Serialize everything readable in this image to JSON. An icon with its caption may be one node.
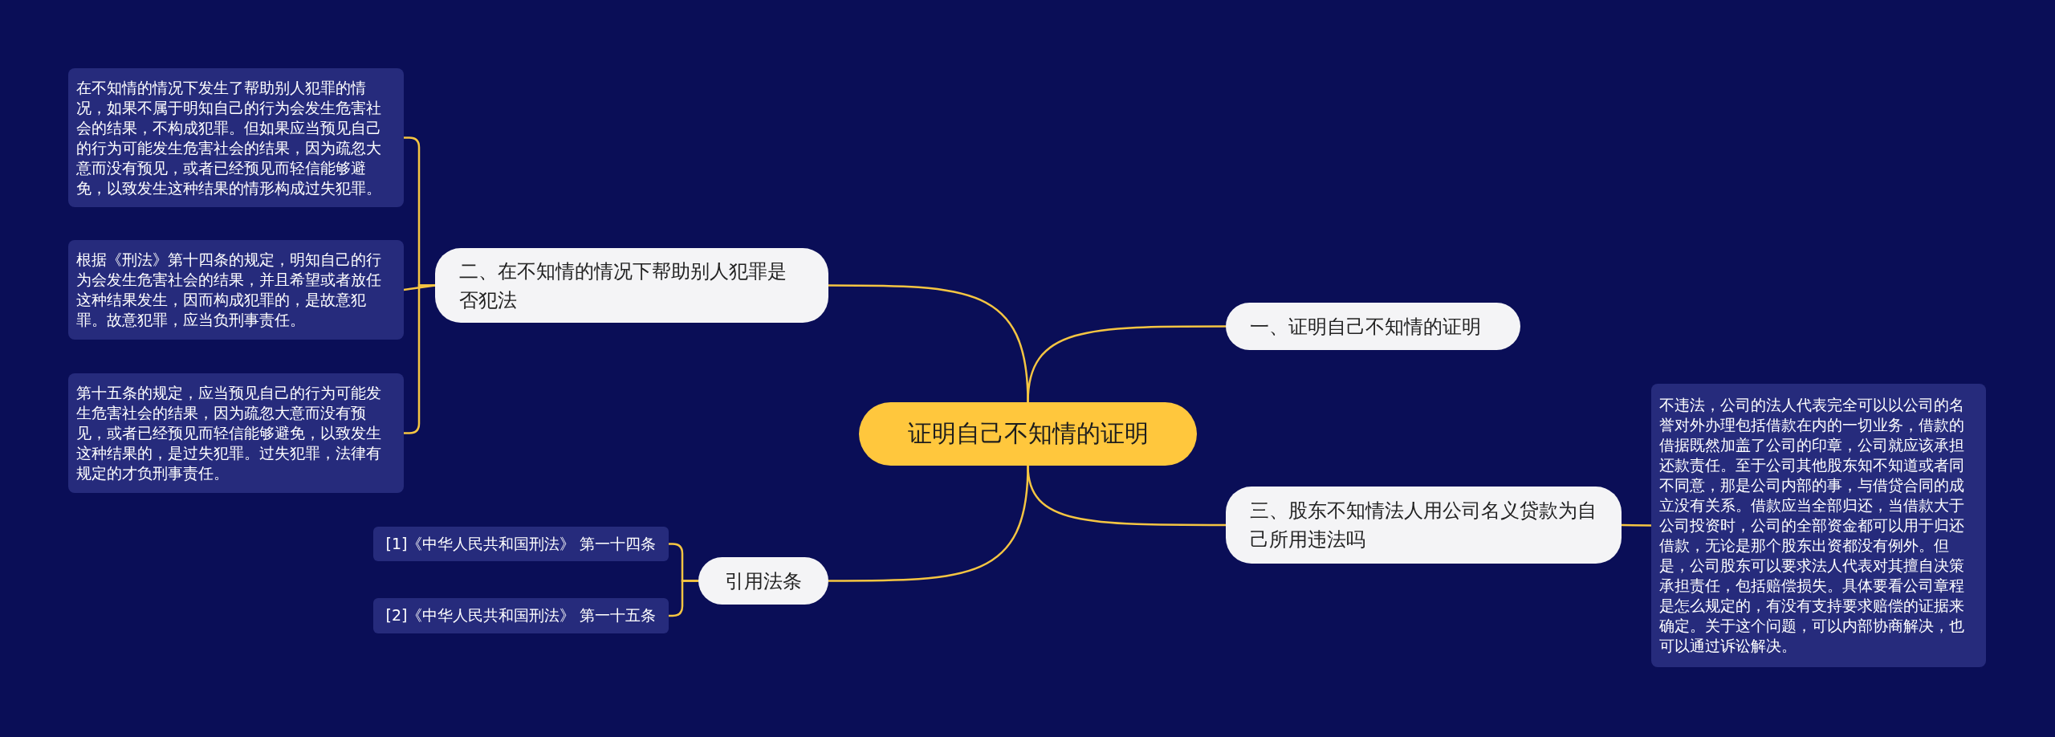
{
  "diagram": {
    "nodes": [
      {
        "text": [
          "证明自己不知情的证明"
        ]
      },
      {
        "text": [
          "二、在不知情的情况下帮助别人犯罪是否犯法"
        ]
      },
      {
        "text": [
          "在不知情的情况下发生了帮助别人犯罪的情况，如果不属于明知自己的行为会发生危害社会的结果，不构成犯罪。但如果应当预见自己的行为可能发生危害社会的结果，因为疏忽大意而没有预见，或者已经预见而轻信能够避免，以致发生这种结果的情形构成过失犯罪。"
        ]
      },
      {
        "text": [
          "根据《刑法》第十四条的规定，明知自己的行为会发生危害社会的结果，并且希望或者放任这种结果发生，因而构成犯罪的，是故意犯罪。故意犯罪，应当负刑事责任。"
        ]
      },
      {
        "text": [
          "第十五条的规定，应当预见自己的行为可能发生危害社会的结果，因为疏忽大意而没有预见，或者已经预见而轻信能够避免，以致发生这种结果的，是过失犯罪。过失犯罪，法律有规定的才负刑事责任。"
        ]
      },
      {
        "text": [
          "一、证明自己不知情的证明"
        ]
      },
      {
        "text": [
          "三、股东不知情法人用公司名义贷款为自己所用违法吗"
        ]
      },
      {
        "text": [
          "不违法，公司的法人代表完全可以以公司的名誉对外办理包括借款在内的一切业务，借款的借据既然加盖了公司的印章，公司就应该承担还款责任。至于公司其他股东知不知道或者同不同意，那是公司内部的事，与借贷合同的成立没有关系。借款应当全部归还，当借款大于公司投资时，公司的全部资金都可以用于归还借款，无论是那个股东出资都没有例外。但是，公司股东可以要求法人代表对其擅自决策承担责任，包括赔偿损失。具体要看公司章程是怎么规定的，有没有支持要求赔偿的证据来确定。关于这个问题，可以内部协商解决，也可以通过诉讼解决。"
        ]
      },
      {
        "text": [
          "引用法条"
        ]
      },
      {
        "text": [
          "[1]《中华人民共和国刑法》 第一十四条"
        ]
      },
      {
        "text": [
          "[2]《中华人民共和国刑法》 第一十五条"
        ]
      }
    ],
    "edges": [
      {
        "from": 0,
        "to": 1,
        "arrow": "none"
      },
      {
        "from": 1,
        "to": 2,
        "arrow": "none"
      },
      {
        "from": 1,
        "to": 3,
        "arrow": "none"
      },
      {
        "from": 1,
        "to": 4,
        "arrow": "none"
      },
      {
        "from": 0,
        "to": 5,
        "arrow": "none"
      },
      {
        "from": 0,
        "to": 6,
        "arrow": "none"
      },
      {
        "from": 6,
        "to": 7,
        "arrow": "none"
      },
      {
        "from": 0,
        "to": 8,
        "arrow": "none"
      },
      {
        "from": 8,
        "to": 9,
        "arrow": "none"
      },
      {
        "from": 8,
        "to": 10,
        "arrow": "none"
      }
    ]
  }
}
